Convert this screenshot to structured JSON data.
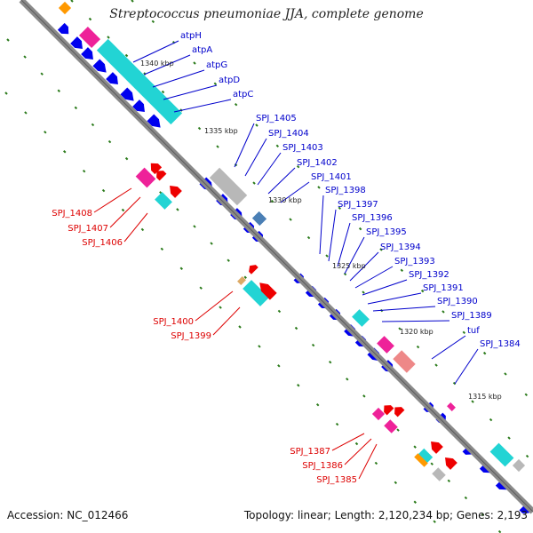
{
  "title": "Streptococcus pneumoniae JJA, complete genome",
  "footer": {
    "accession": "Accession: NC_012466",
    "summary": "Topology: linear; Length: 2,120,234 bp; Genes: 2,193"
  },
  "colors": {
    "backbone": "#8a8a8a",
    "forward_label": "#0000cc",
    "reverse_label": "#dd0000",
    "tick": "#2a7a1a",
    "gene_blue": "#0000ee",
    "gene_red": "#ee0000",
    "gene_cyan": "#22d4d4",
    "gene_pink": "#ee2299",
    "gene_gray": "#b8b8b8",
    "gene_orange": "#ff9900"
  },
  "scale_labels": [
    "1340 kbp",
    "1335 kbp",
    "1330 kbp",
    "1325 kbp",
    "1320 kbp",
    "1315 kbp"
  ],
  "forward_gene_labels": [
    "atpH",
    "atpA",
    "atpG",
    "atpD",
    "atpC",
    "SPJ_1405",
    "SPJ_1404",
    "SPJ_1403",
    "SPJ_1402",
    "SPJ_1401",
    "SPJ_1398",
    "SPJ_1397",
    "SPJ_1396",
    "SPJ_1395",
    "SPJ_1394",
    "SPJ_1393",
    "SPJ_1392",
    "SPJ_1391",
    "SPJ_1390",
    "SPJ_1389",
    "tuf",
    "SPJ_1384"
  ],
  "reverse_gene_labels": [
    "SPJ_1408",
    "SPJ_1407",
    "SPJ_1406",
    "SPJ_1400",
    "SPJ_1399",
    "SPJ_1387",
    "SPJ_1386",
    "SPJ_1385"
  ]
}
